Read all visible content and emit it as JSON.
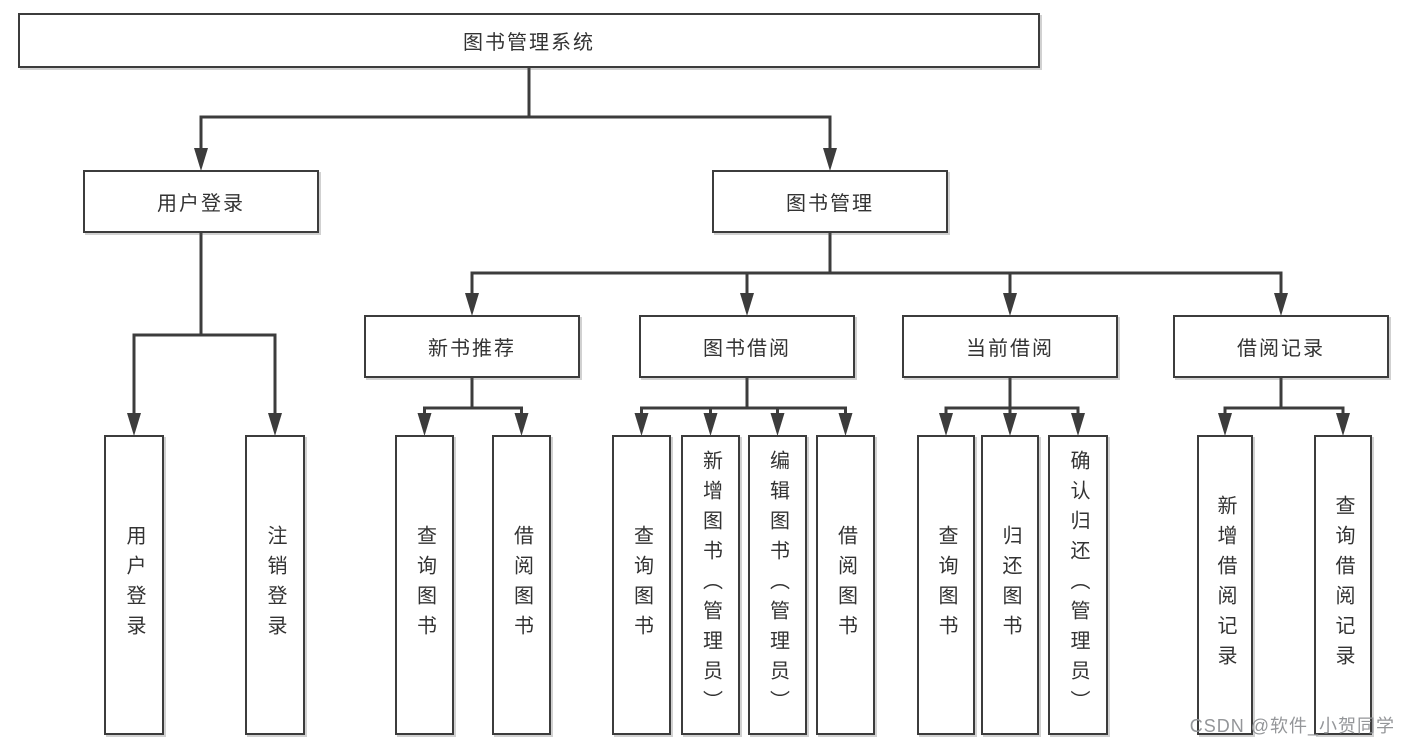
{
  "diagram_type": "hierarchy-tree",
  "colors": {
    "background": "#ffffff",
    "line": "#3c3c3c",
    "box_border": "#3c3c3c",
    "box_fill": "#ffffff",
    "text": "#333333",
    "watermark": "#949699"
  },
  "tree": {
    "label": "图书管理系统",
    "children": [
      {
        "label": "用户登录",
        "children": [
          {
            "label": "用户登录"
          },
          {
            "label": "注销登录"
          }
        ]
      },
      {
        "label": "图书管理",
        "children": [
          {
            "label": "新书推荐",
            "children": [
              {
                "label": "查询图书"
              },
              {
                "label": "借阅图书"
              }
            ]
          },
          {
            "label": "图书借阅",
            "children": [
              {
                "label": "查询图书"
              },
              {
                "label": "新增图书（管理员）"
              },
              {
                "label": "编辑图书（管理员）"
              },
              {
                "label": "借阅图书"
              }
            ]
          },
          {
            "label": "当前借阅",
            "children": [
              {
                "label": "查询图书"
              },
              {
                "label": "归还图书"
              },
              {
                "label": "确认归还（管理员）"
              }
            ]
          },
          {
            "label": "借阅记录",
            "children": [
              {
                "label": "新增借阅记录"
              },
              {
                "label": "查询借阅记录"
              }
            ]
          }
        ]
      }
    ]
  },
  "watermark": {
    "text": "CSDN @软件_小贺同学"
  }
}
